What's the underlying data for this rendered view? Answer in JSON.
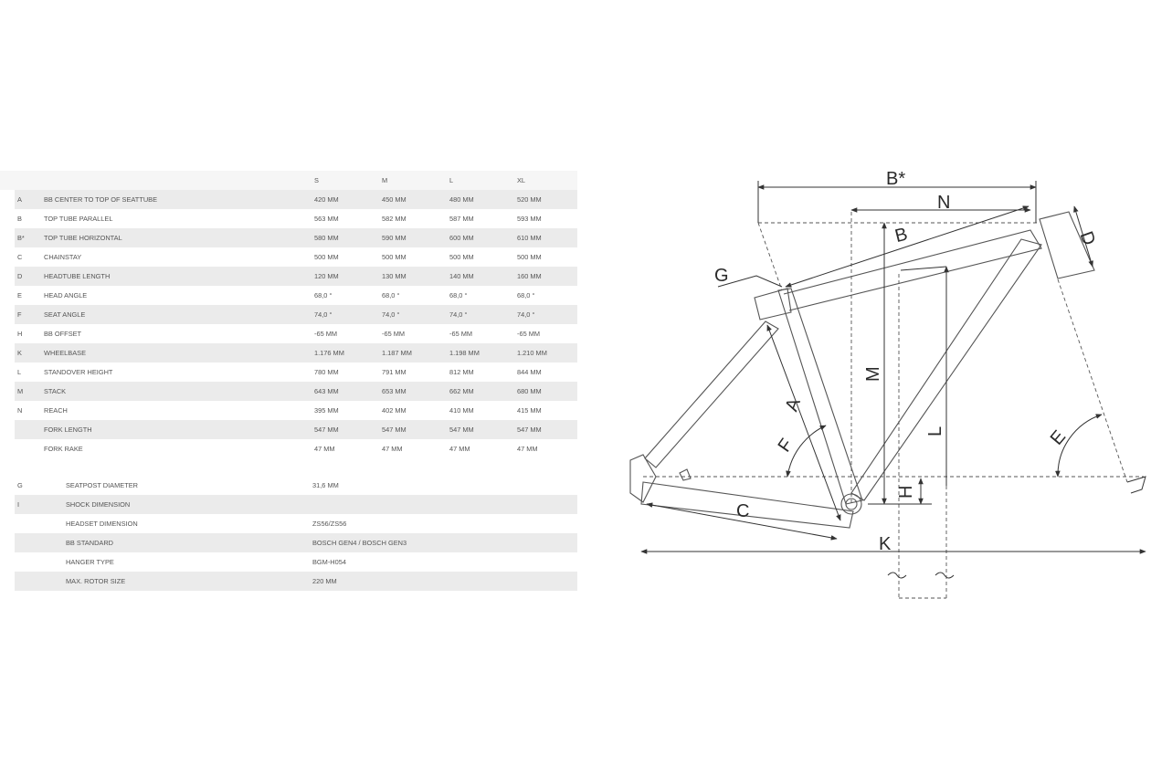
{
  "geometry": {
    "columns": [
      "S",
      "M",
      "L",
      "XL"
    ],
    "rows": [
      {
        "code": "A",
        "name": "BB CENTER TO TOP OF SEATTUBE",
        "values": [
          "420 MM",
          "450 MM",
          "480 MM",
          "520 MM"
        ]
      },
      {
        "code": "B",
        "name": "TOP TUBE PARALLEL",
        "values": [
          "563 MM",
          "582 MM",
          "587 MM",
          "593 MM"
        ]
      },
      {
        "code": "B*",
        "name": "TOP TUBE HORIZONTAL",
        "values": [
          "580 MM",
          "590 MM",
          "600 MM",
          "610 MM"
        ]
      },
      {
        "code": "C",
        "name": "CHAINSTAY",
        "values": [
          "500 MM",
          "500 MM",
          "500 MM",
          "500 MM"
        ]
      },
      {
        "code": "D",
        "name": "HEADTUBE LENGTH",
        "values": [
          "120 MM",
          "130 MM",
          "140 MM",
          "160 MM"
        ]
      },
      {
        "code": "E",
        "name": "HEAD ANGLE",
        "values": [
          "68,0 °",
          "68,0 °",
          "68,0 °",
          "68,0 °"
        ]
      },
      {
        "code": "F",
        "name": "SEAT ANGLE",
        "values": [
          "74,0 °",
          "74,0 °",
          "74,0 °",
          "74,0 °"
        ]
      },
      {
        "code": "H",
        "name": "BB OFFSET",
        "values": [
          "-65 MM",
          "-65 MM",
          "-65 MM",
          "-65 MM"
        ]
      },
      {
        "code": "K",
        "name": "WHEELBASE",
        "values": [
          "1.176 MM",
          "1.187 MM",
          "1.198 MM",
          "1.210 MM"
        ]
      },
      {
        "code": "L",
        "name": "STANDOVER HEIGHT",
        "values": [
          "780 MM",
          "791 MM",
          "812 MM",
          "844 MM"
        ]
      },
      {
        "code": "M",
        "name": "STACK",
        "values": [
          "643 MM",
          "653 MM",
          "662 MM",
          "680 MM"
        ]
      },
      {
        "code": "N",
        "name": "REACH",
        "values": [
          "395 MM",
          "402 MM",
          "410 MM",
          "415 MM"
        ]
      },
      {
        "code": "",
        "name": "FORK LENGTH",
        "values": [
          "547 MM",
          "547 MM",
          "547 MM",
          "547 MM"
        ]
      },
      {
        "code": "",
        "name": "FORK RAKE",
        "values": [
          "47 MM",
          "47 MM",
          "47 MM",
          "47 MM"
        ]
      }
    ]
  },
  "specs": [
    {
      "code": "G",
      "name": "SEATPOST DIAMETER",
      "value": "31,6 MM"
    },
    {
      "code": "I",
      "name": "SHOCK DIMENSION",
      "value": ""
    },
    {
      "code": "",
      "name": "HEADSET DIMENSION",
      "value": "ZS56/ZS56"
    },
    {
      "code": "",
      "name": "BB STANDARD",
      "value": "BOSCH GEN4 / BOSCH GEN3"
    },
    {
      "code": "",
      "name": "HANGER TYPE",
      "value": "BGM-H054"
    },
    {
      "code": "",
      "name": "MAX. ROTOR SIZE",
      "value": "220 MM"
    }
  ],
  "diagram_labels": {
    "bstar": "B*",
    "n": "N",
    "b": "B",
    "d": "D",
    "g": "G",
    "m": "M",
    "a": "A",
    "f": "F",
    "l": "L",
    "e": "E",
    "h": "H",
    "c": "C",
    "k": "K"
  },
  "colors": {
    "shade": "#ebebeb",
    "text": "#555555",
    "line": "#333333"
  }
}
